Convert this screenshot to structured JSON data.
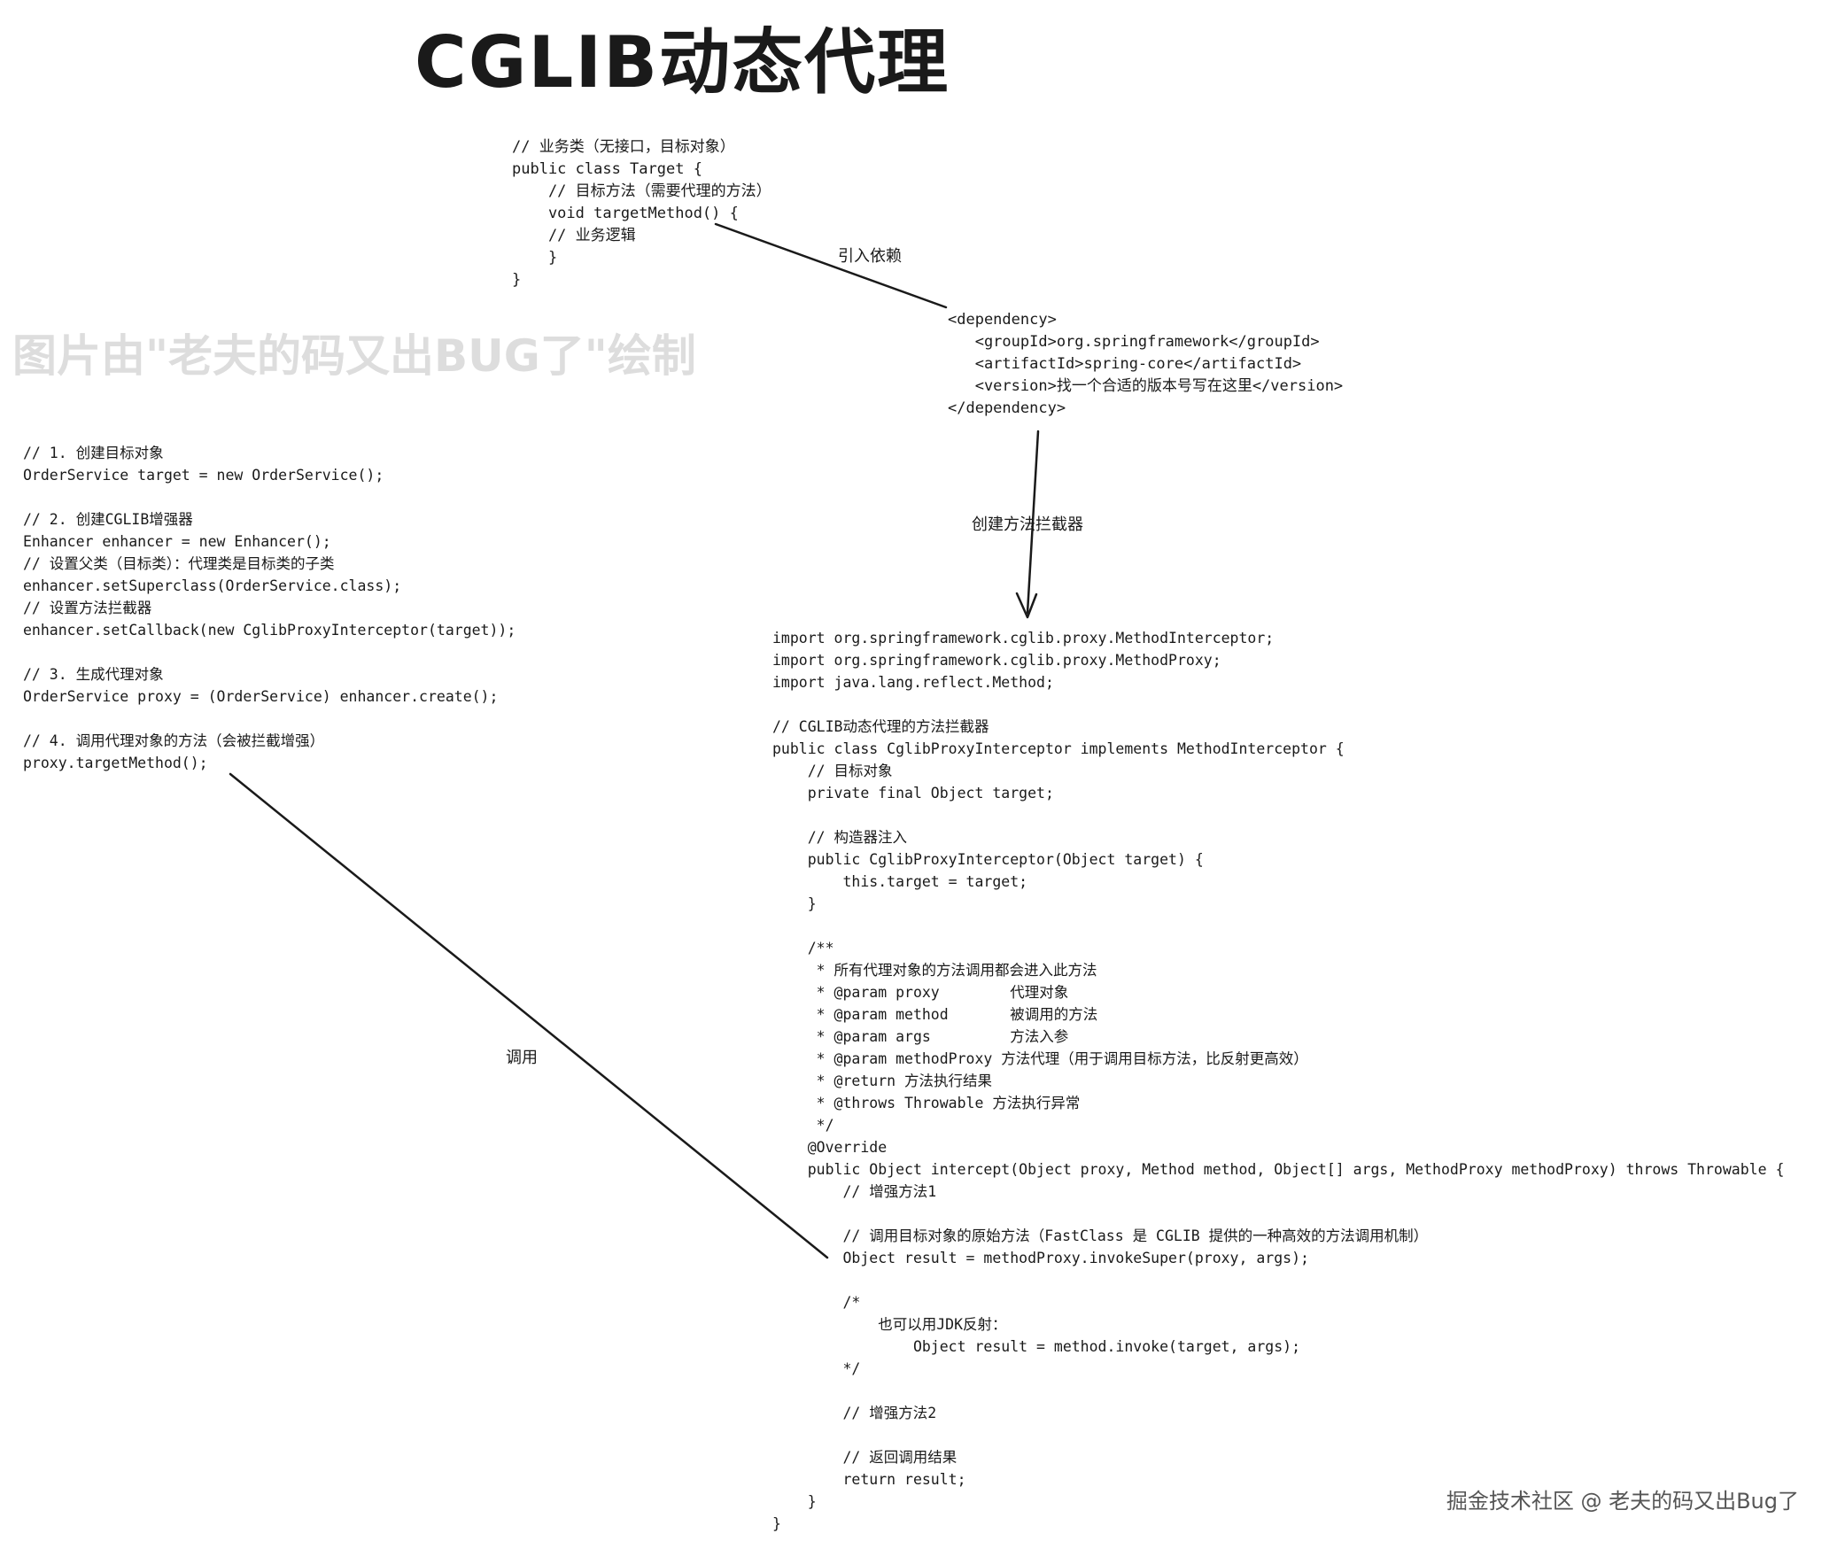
{
  "title": "CGLIB动态代理",
  "watermark": "图片由\"老夫的码又出BUG了\"绘制",
  "footer": "掘金技术社区 @ 老夫的码又出Bug了",
  "target_code": [
    "// 业务类（无接口，目标对象）",
    "public class Target {",
    "    // 目标方法（需要代理的方法）",
    "    void targetMethod() {",
    "    // 业务逻辑",
    "    }",
    "}"
  ],
  "dependency_code": [
    "<dependency>",
    "   <groupId>org.springframework</groupId>",
    "   <artifactId>spring-core</artifactId>",
    "   <version>找一个合适的版本号写在这里</version>",
    "</dependency>"
  ],
  "client_code": [
    "// 1. 创建目标对象",
    "OrderService target = new OrderService();",
    "",
    "// 2. 创建CGLIB增强器",
    "Enhancer enhancer = new Enhancer();",
    "// 设置父类（目标类）：代理类是目标类的子类",
    "enhancer.setSuperclass(OrderService.class);",
    "// 设置方法拦截器",
    "enhancer.setCallback(new CglibProxyInterceptor(target));",
    "",
    "// 3. 生成代理对象",
    "OrderService proxy = (OrderService) enhancer.create();",
    "",
    "// 4. 调用代理对象的方法（会被拦截增强）",
    "proxy.targetMethod();"
  ],
  "interceptor_code": [
    "import org.springframework.cglib.proxy.MethodInterceptor;",
    "import org.springframework.cglib.proxy.MethodProxy;",
    "import java.lang.reflect.Method;",
    "",
    "// CGLIB动态代理的方法拦截器",
    "public class CglibProxyInterceptor implements MethodInterceptor {",
    "    // 目标对象",
    "    private final Object target;",
    "",
    "    // 构造器注入",
    "    public CglibProxyInterceptor(Object target) {",
    "        this.target = target;",
    "    }",
    "",
    "    /**",
    "     * 所有代理对象的方法调用都会进入此方法",
    "     * @param proxy        代理对象",
    "     * @param method       被调用的方法",
    "     * @param args         方法入参",
    "     * @param methodProxy 方法代理（用于调用目标方法，比反射更高效）",
    "     * @return 方法执行结果",
    "     * @throws Throwable 方法执行异常",
    "     */",
    "    @Override",
    "    public Object intercept(Object proxy, Method method, Object[] args, MethodProxy methodProxy) throws Throwable {",
    "        // 增强方法1",
    "",
    "        // 调用目标对象的原始方法（FastClass 是 CGLIB 提供的一种高效的方法调用机制）",
    "        Object result = methodProxy.invokeSuper(proxy, args);",
    "",
    "        /*",
    "            也可以用JDK反射：",
    "                Object result = method.invoke(target, args);",
    "        */",
    "",
    "        // 增强方法2",
    "",
    "        // 返回调用结果",
    "        return result;",
    "    }",
    "}"
  ],
  "connectors": {
    "import_dependency_label": "引入依赖",
    "create_interceptor_label": "创建方法拦截器",
    "invoke_label": "调用"
  }
}
